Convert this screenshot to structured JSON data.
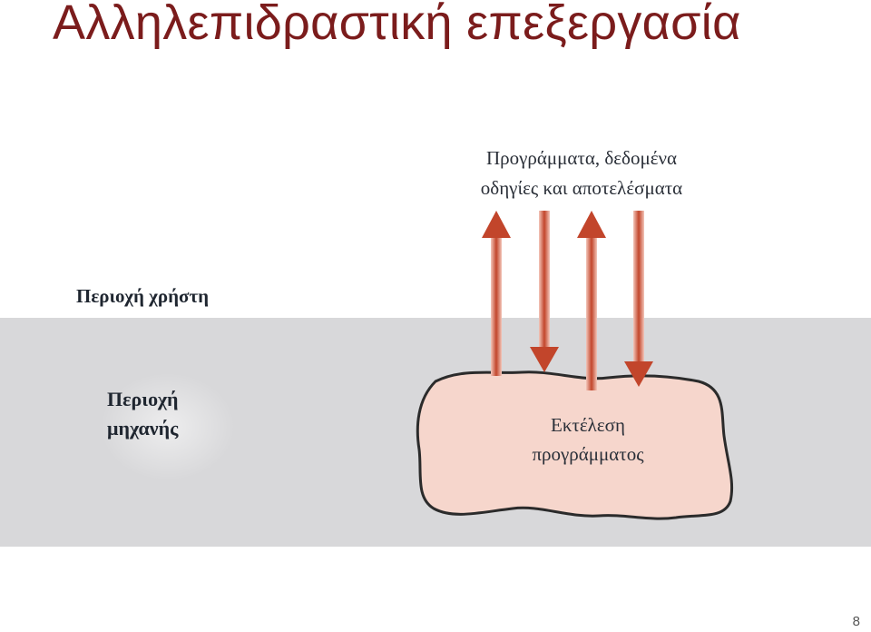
{
  "slide": {
    "title": "Αλληλεπιδραστική επεξεργασία",
    "page_number": "8"
  },
  "diagram": {
    "flow_label_line1": "Προγράμματα, δεδομένα",
    "flow_label_line2": "οδηγίες και αποτελέσματα",
    "user_area_label": "Περιοχή χρήστη",
    "machine_area_label_line1": "Περιοχή",
    "machine_area_label_line2": "μηχανής",
    "execution_label_line1": "Εκτέλεση",
    "execution_label_line2": "προγράμματος",
    "colors": {
      "title": "#7b1c1c",
      "machine_band": "#d8d8da",
      "blob_fill": "#f6d6cc",
      "blob_stroke": "#2b2b2b",
      "arrow": "#c2452b"
    }
  }
}
